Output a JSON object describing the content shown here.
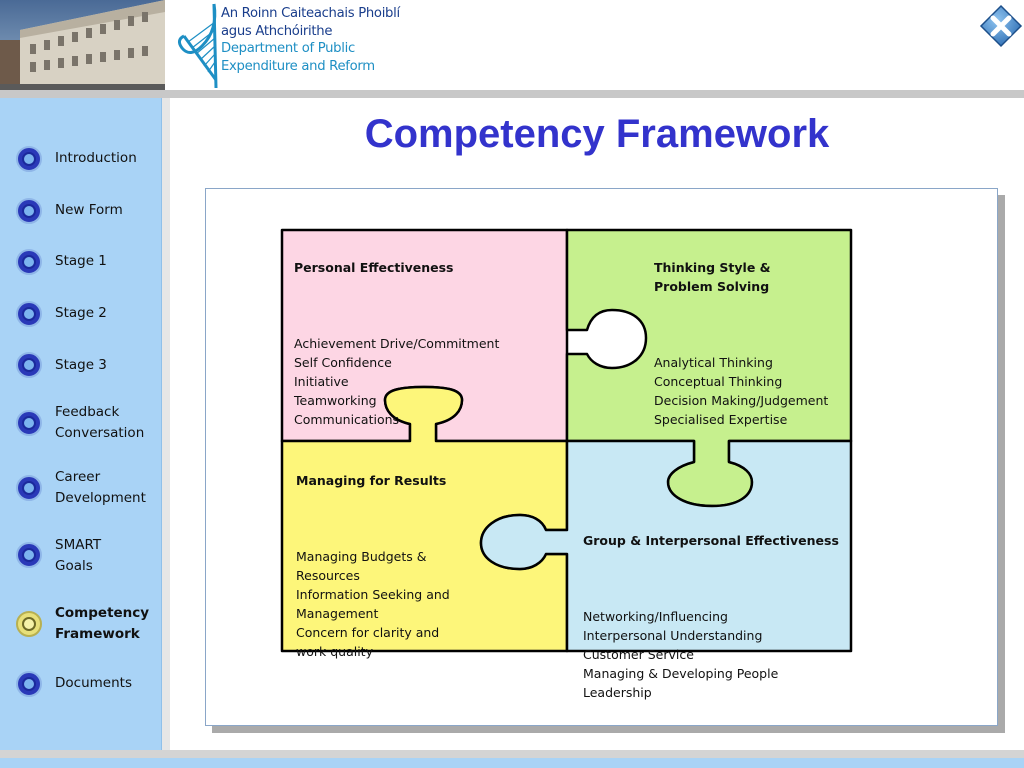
{
  "header": {
    "logo_lines": [
      {
        "text": "An Roinn Caiteachais Phoiblí",
        "lang": "ga"
      },
      {
        "text": "agus Athchóirithe",
        "lang": "ga"
      },
      {
        "text": "Department of Public",
        "lang": "en"
      },
      {
        "text": "Expenditure and Reform",
        "lang": "en"
      }
    ],
    "close_icon": "close-x-icon"
  },
  "sidebar": {
    "items": [
      {
        "label": "Introduction",
        "active": false
      },
      {
        "label": "New Form",
        "active": false
      },
      {
        "label": "Stage 1",
        "active": false
      },
      {
        "label": "Stage 2",
        "active": false
      },
      {
        "label": "Stage 3",
        "active": false
      },
      {
        "label": "Feedback\nConversation",
        "active": false
      },
      {
        "label": "Career\nDevelopment",
        "active": false
      },
      {
        "label": "SMART\nGoals",
        "active": false
      },
      {
        "label": "Competency\nFramework",
        "active": true
      },
      {
        "label": "Documents",
        "active": false
      }
    ]
  },
  "main": {
    "title": "Competency Framework",
    "quadrants": {
      "personal": {
        "title": "Personal Effectiveness",
        "items": "Achievement Drive/Commitment\nSelf Confidence\nInitiative\nTeamworking\nCommunications"
      },
      "thinking": {
        "title": "Thinking Style &\nProblem Solving",
        "items": "Analytical Thinking\nConceptual Thinking\nDecision Making/Judgement\nSpecialised Expertise"
      },
      "managing": {
        "title": "Managing for Results",
        "items": "Managing Budgets &\nResources\nInformation Seeking and\nManagement\nConcern for clarity and\nwork quality"
      },
      "group": {
        "title": "Group & Interpersonal Effectiveness",
        "items": "Networking/Influencing\nInterpersonal Understanding\nCustomer Service\nManaging & Developing People\nLeadership"
      }
    }
  },
  "colors": {
    "title": "#3333cc",
    "sidebar_bg": "#a9d3f6",
    "personal": "#fdd6e4",
    "thinking": "#c6f08e",
    "managing": "#fdf67a",
    "group": "#c8e8f4"
  }
}
